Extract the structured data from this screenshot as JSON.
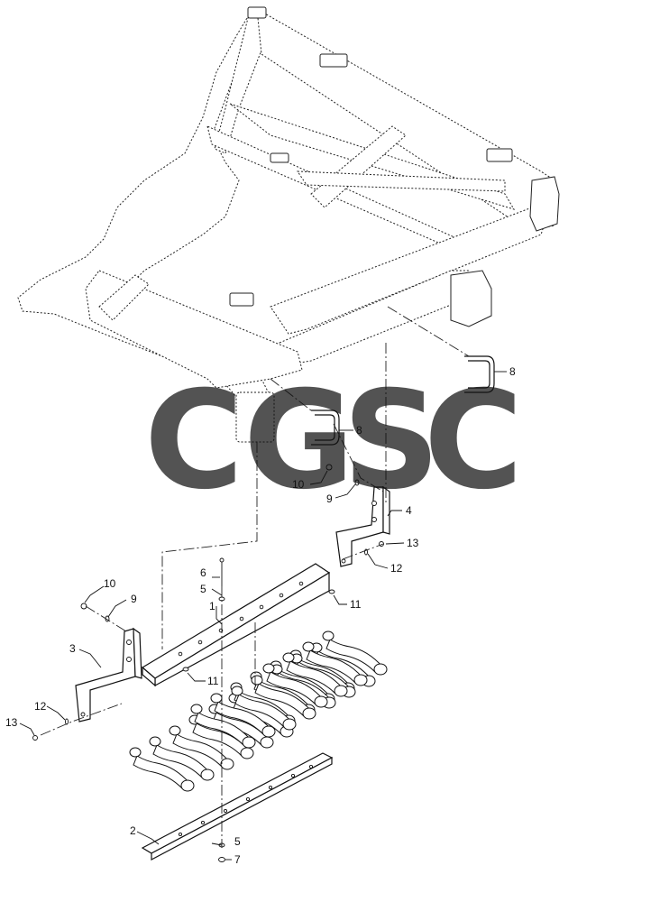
{
  "watermark": {
    "letters": [
      "C",
      "G",
      "S",
      "C"
    ],
    "colors": [
      "#4f8ef2",
      "#f0736a",
      "#f7c948",
      "#4fae7c"
    ]
  },
  "callouts": {
    "c1": "1",
    "c2": "2",
    "c3": "3",
    "c4": "4",
    "c5a": "5",
    "c5b": "5",
    "c6": "6",
    "c7": "7",
    "c8a": "8",
    "c8b": "8",
    "c9a": "9",
    "c9b": "9",
    "c10a": "10",
    "c10b": "10",
    "c11a": "11",
    "c11b": "11",
    "c12a": "12",
    "c12b": "12",
    "c13a": "13",
    "c13b": "13"
  }
}
